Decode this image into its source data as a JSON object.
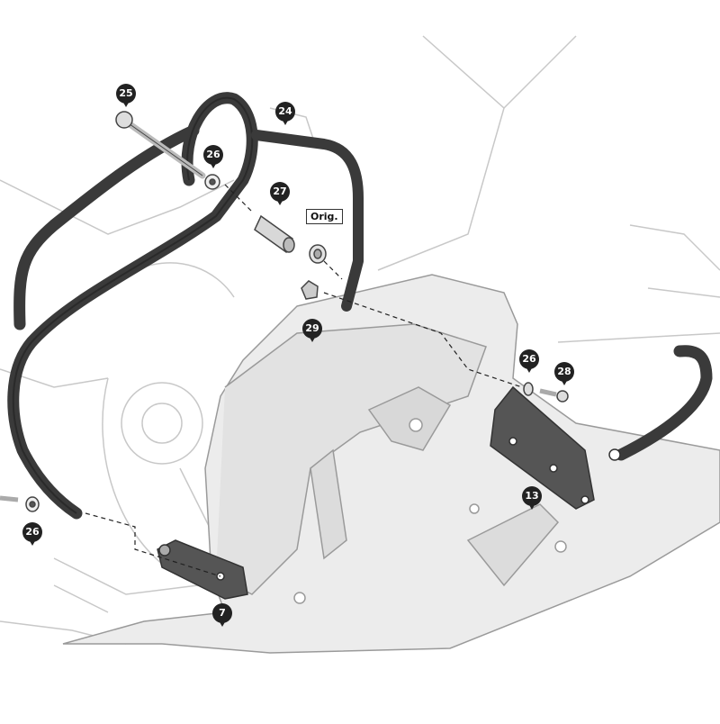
{
  "diagram": {
    "callouts": [
      "25",
      "24",
      "26",
      "27",
      "29",
      "26",
      "28",
      "13",
      "26",
      "7"
    ],
    "orig_label": "Orig.",
    "colors": {
      "bar": "#3a3a3a",
      "outline": "#c8c8c8",
      "plate": "#ececec",
      "bracket": "#555555"
    }
  }
}
